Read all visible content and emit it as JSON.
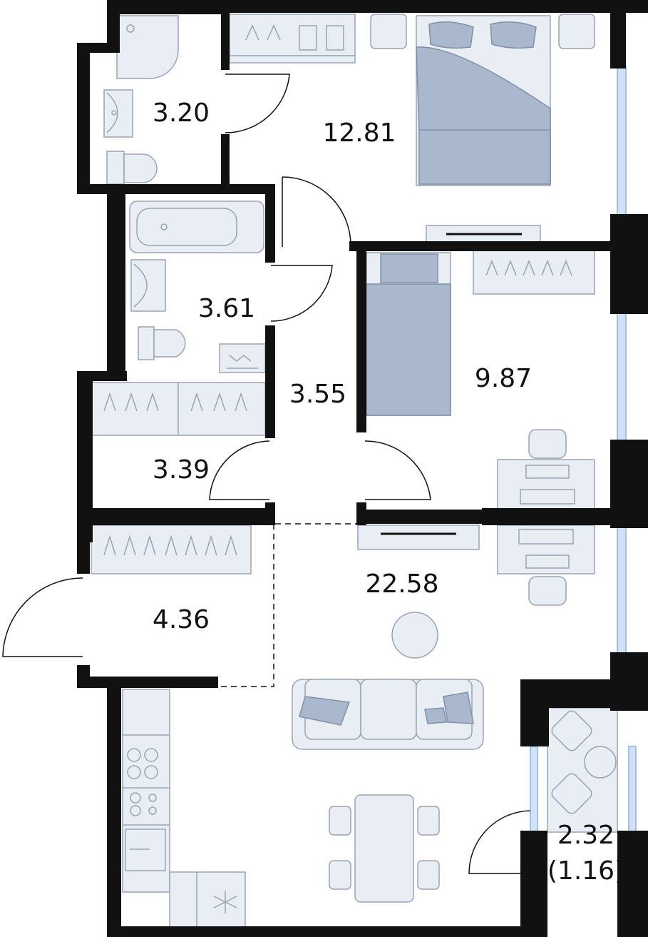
{
  "rooms": {
    "bathroom_1": {
      "area": "3.20"
    },
    "bedroom_1": {
      "area": "12.81"
    },
    "bathroom_2": {
      "area": "3.61"
    },
    "corridor": {
      "area": "3.55"
    },
    "bedroom_2": {
      "area": "9.87"
    },
    "closet": {
      "area": "3.39"
    },
    "hall": {
      "area": "4.36"
    },
    "living": {
      "area": "22.58"
    },
    "balcony": {
      "area": "2.32",
      "area_reduced": "(1.16)"
    }
  },
  "colors": {
    "wall": "#111111",
    "furniture_fill": "#e9eef5",
    "furniture_stroke": "#9aa3b2",
    "bed_fill": "#a9b8cc",
    "window": "#cfe2f7"
  },
  "icons": [
    "shower-icon",
    "sink-icon",
    "toilet-icon",
    "bathtub-icon",
    "washing-machine-icon",
    "hanger-icon",
    "shirt-icon",
    "bed-icon",
    "tv-icon",
    "desk-icon",
    "chair-icon",
    "sofa-icon",
    "dining-table-icon",
    "stove-icon",
    "fridge-icon",
    "snowflake-icon"
  ]
}
